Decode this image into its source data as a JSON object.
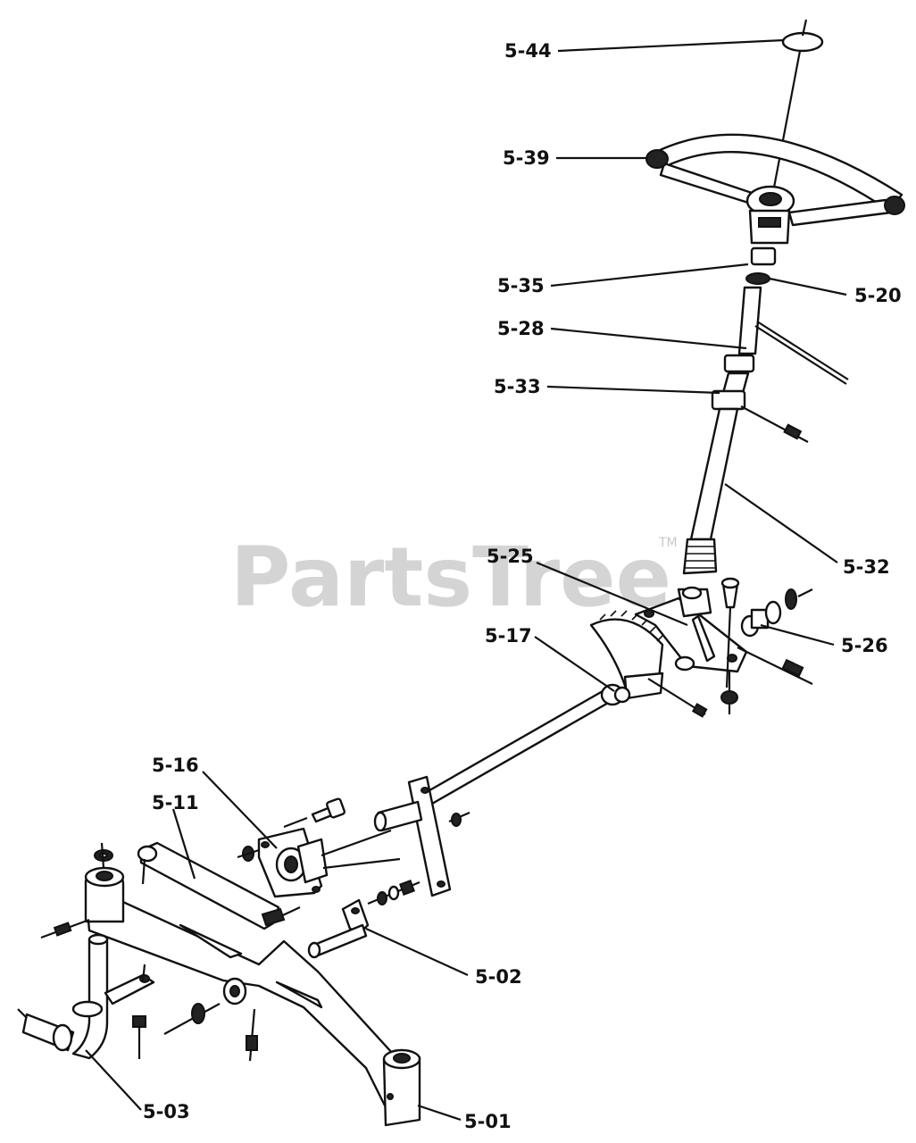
{
  "watermark": {
    "text": "PartsTree",
    "tm": "TM"
  },
  "labels": {
    "p5_44": "5-44",
    "p5_39": "5-39",
    "p5_35": "5-35",
    "p5_20": "5-20",
    "p5_28": "5-28",
    "p5_33": "5-33",
    "p5_32": "5-32",
    "p5_25": "5-25",
    "p5_26": "5-26",
    "p5_17": "5-17",
    "p5_16": "5-16",
    "p5_11": "5-11",
    "p5_02": "5-02",
    "p5_03": "5-03",
    "p5_01": "5-01"
  },
  "colors": {
    "ink": "#111111",
    "watermark": "#d4d4d4",
    "background": "#ffffff"
  }
}
